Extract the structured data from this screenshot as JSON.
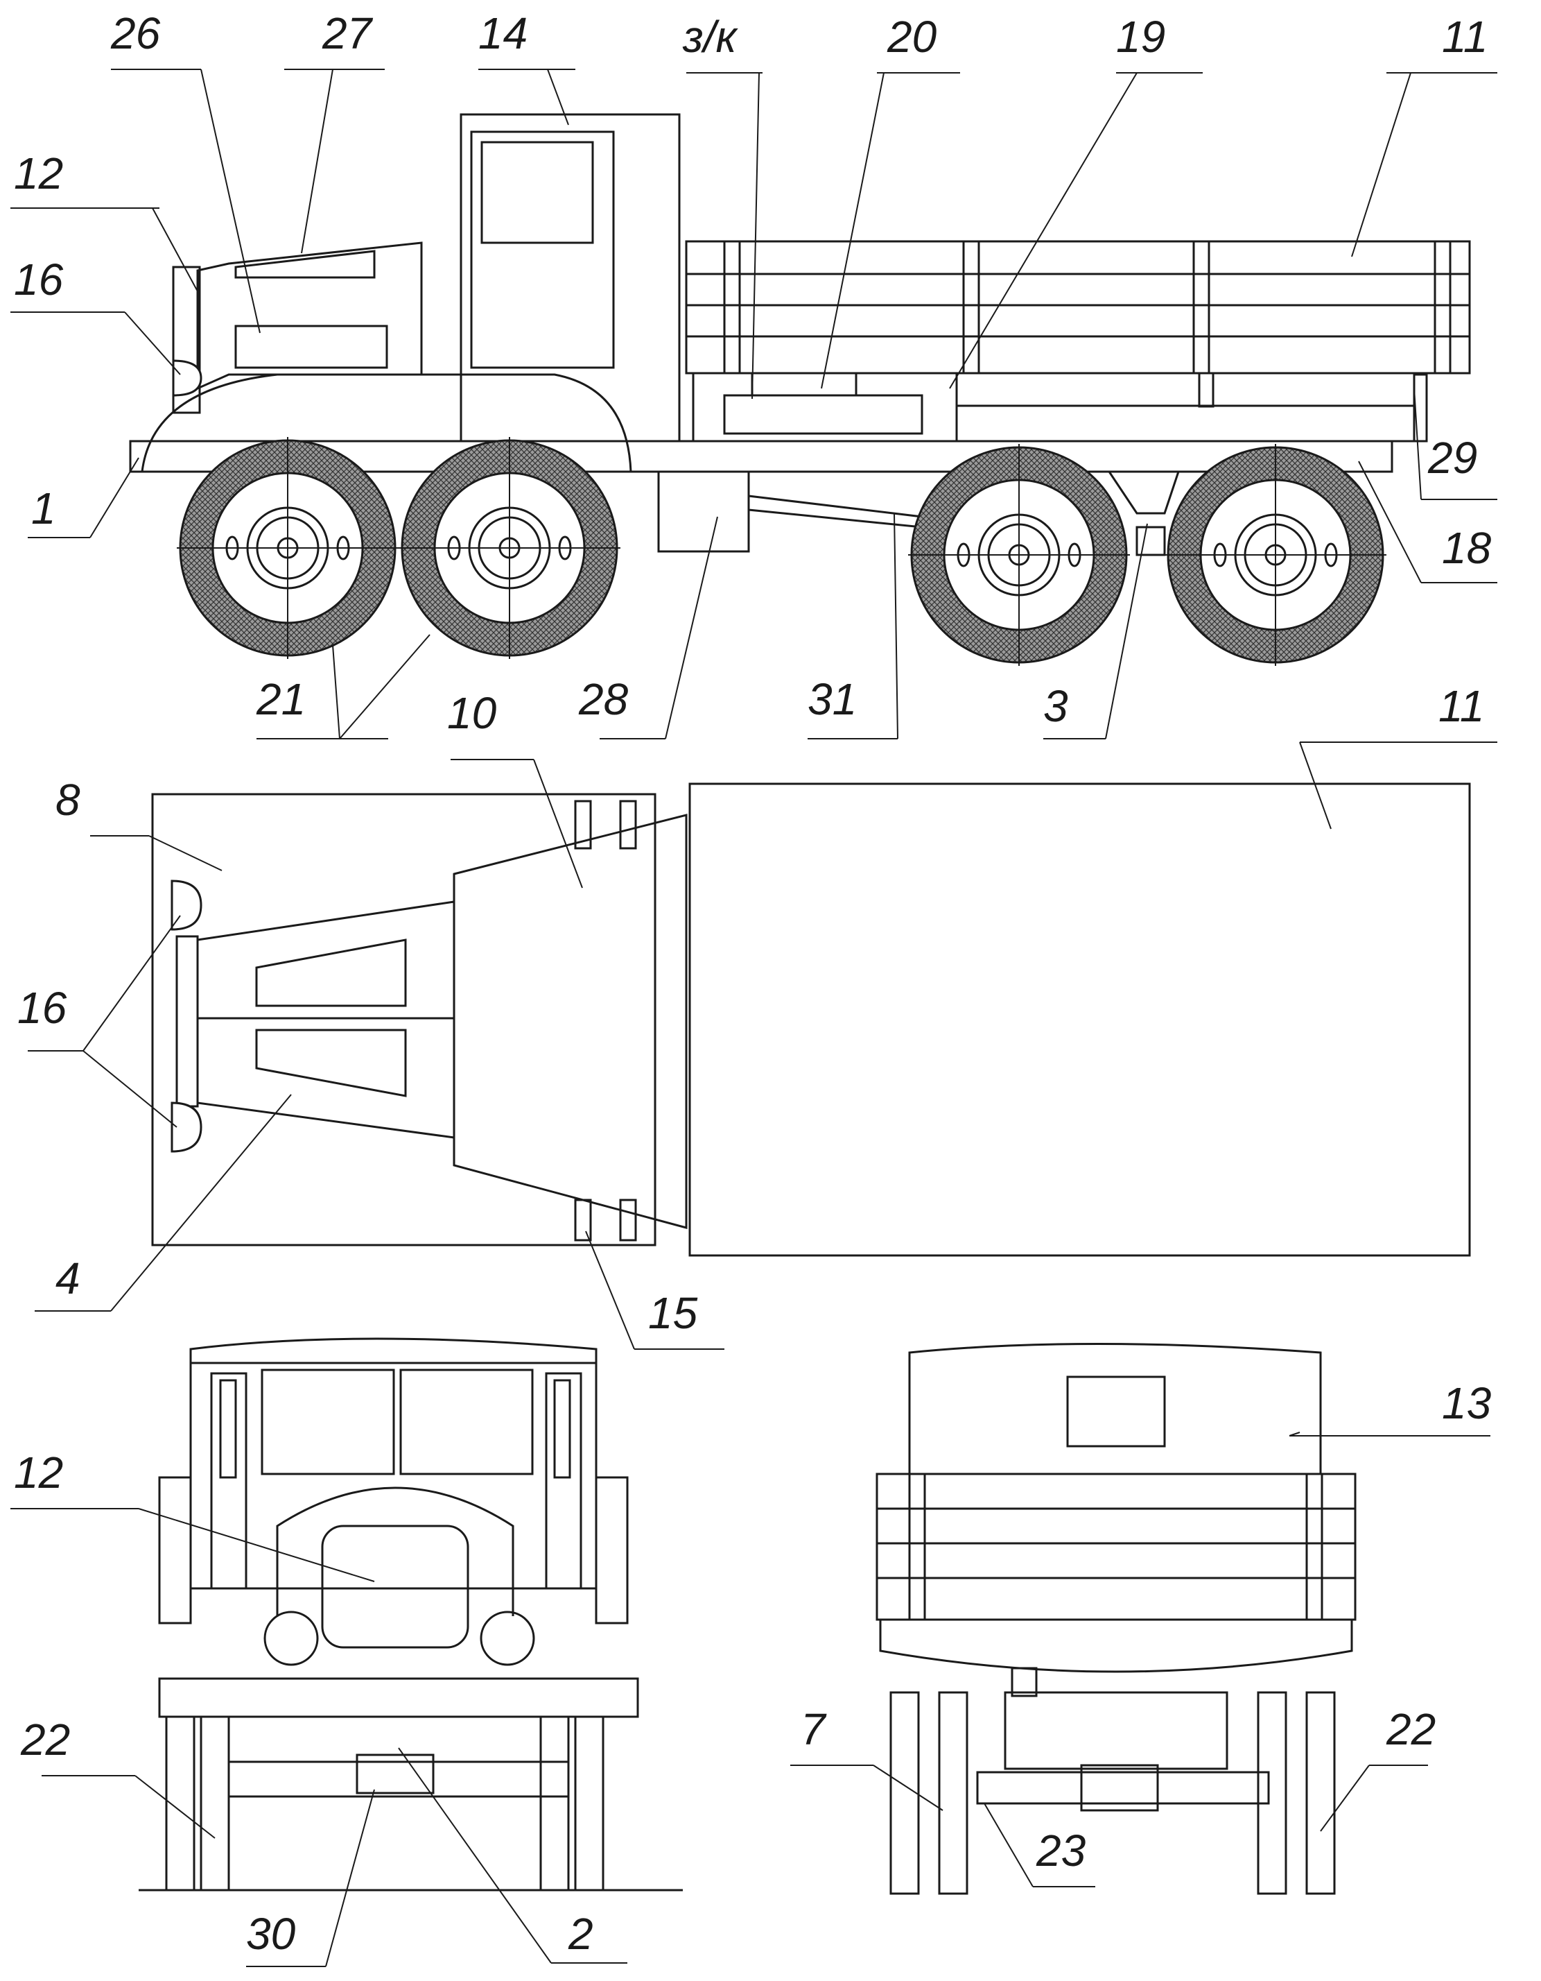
{
  "labels": {
    "side": {
      "l26": "26",
      "l27": "27",
      "l14": "14",
      "l3k": "з/к",
      "l20": "20",
      "l19": "19",
      "l11": "11",
      "l12": "12",
      "l16": "16",
      "l1": "1",
      "l29": "29",
      "l18": "18",
      "l21": "21",
      "l28": "28",
      "l31": "31",
      "l3": "3",
      "l10": "10"
    },
    "top": {
      "l11": "11",
      "l8": "8",
      "l16": "16",
      "l4": "4",
      "l15": "15"
    },
    "front": {
      "l12": "12",
      "l22": "22",
      "l30": "30",
      "l2": "2"
    },
    "rear": {
      "l13": "13",
      "l7": "7",
      "l22": "22",
      "l23": "23"
    }
  }
}
